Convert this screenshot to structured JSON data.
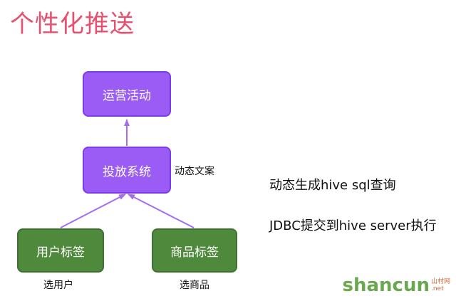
{
  "title": "个性化推送",
  "nodes": {
    "ops": "运营活动",
    "delivery": "投放系统",
    "user_tags": "用户标签",
    "product_tags": "商品标签"
  },
  "labels": {
    "dynamic_copy": "动态文案",
    "select_users": "选用户",
    "select_products": "选商品"
  },
  "notes": {
    "line1": "动态生成hive sql查询",
    "line2": "JDBC提交到hive server执行"
  },
  "watermark": {
    "text": "shancun",
    "sub": "山村网",
    "sub2": ".net"
  },
  "colors": {
    "title": "#e8506f",
    "purple": "#9b5cf6",
    "green": "#4f8a3c",
    "arrow": "#a56cf0"
  }
}
